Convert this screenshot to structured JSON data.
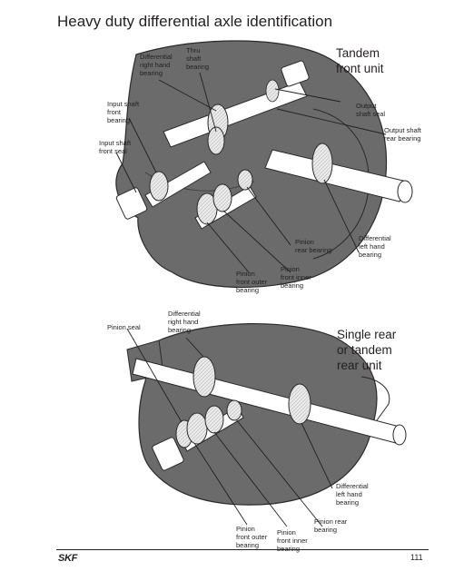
{
  "page": {
    "title": "Heavy duty differential axle identification",
    "page_number": "111",
    "brand": "SKF"
  },
  "tandem": {
    "heading": "Tandem\nfront unit",
    "labels": {
      "diff_rh": "Differential\nright hand\nbearing",
      "thru_shaft": "Thru\nshaft\nbearing",
      "input_front_bearing": "Input shaft\nfront\nbearing",
      "input_front_seal": "Input shaft\nfront seal",
      "output_seal": "Output\nshaft seal",
      "output_rear": "Output shaft\nrear bearing",
      "pinion_rear": "Pinion\nrear bearing",
      "diff_lh": "Differential\nleft hand\nbearing",
      "pinion_front_outer": "Pinion\nfront outer\nbearing",
      "pinion_front_inner": "Pinion\nfront inner\nbearing"
    }
  },
  "single": {
    "heading": "Single rear\nor tandem\nrear unit",
    "labels": {
      "pinion_seal": "Pinion seal",
      "diff_rh": "Differential\nright hand\nbearing",
      "diff_lh": "Differential\nleft hand\nbearing",
      "pinion_rear": "Pinion rear\nbearing",
      "pinion_front_outer": "Pinion\nfront outer\nbearing",
      "pinion_front_inner": "Pinion\nfront inner\nbearing"
    }
  }
}
